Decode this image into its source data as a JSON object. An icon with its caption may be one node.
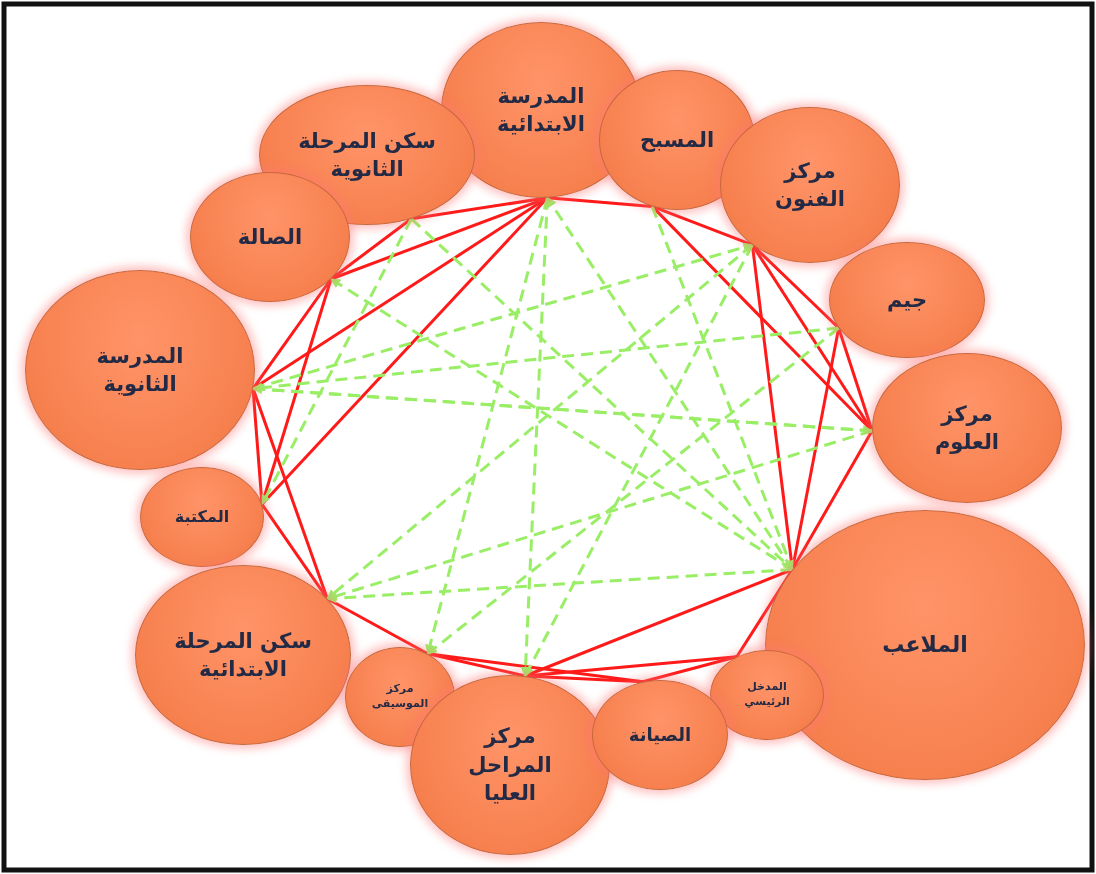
{
  "diagram": {
    "nodes": [
      {
        "text": [
          "المدرسة الابتدائية"
        ]
      },
      {
        "text": [
          "سكن المرحلة الثانوية"
        ]
      },
      {
        "text": [
          "المسبح"
        ]
      },
      {
        "text": [
          "مركز الفنون"
        ]
      },
      {
        "text": [
          "الصالة"
        ]
      },
      {
        "text": [
          "جيم"
        ]
      },
      {
        "text": [
          "المدرسة الثانوية"
        ]
      },
      {
        "text": [
          "مركز العلوم"
        ]
      },
      {
        "text": [
          "المكتبة"
        ]
      },
      {
        "text": [
          "الملاعب"
        ]
      },
      {
        "text": [
          "سكن المرحلة الابتدائية"
        ]
      },
      {
        "text": [
          "مركز الموسيقى"
        ]
      },
      {
        "text": [
          "المدخل الرئيسي"
        ]
      },
      {
        "text": [
          "مركز المراحل العليا"
        ]
      },
      {
        "text": [
          "الصيانة"
        ]
      }
    ],
    "edges": [
      {
        "from": 6,
        "to": 4,
        "arrow": "none"
      },
      {
        "from": 4,
        "to": 1,
        "arrow": "none"
      },
      {
        "from": 1,
        "to": 0,
        "arrow": "none"
      },
      {
        "from": 0,
        "to": 2,
        "arrow": "none"
      },
      {
        "from": 2,
        "to": 3,
        "arrow": "none"
      },
      {
        "from": 3,
        "to": 5,
        "arrow": "none"
      },
      {
        "from": 5,
        "to": 7,
        "arrow": "none"
      },
      {
        "from": 7,
        "to": 9,
        "arrow": "none"
      },
      {
        "from": 9,
        "to": 12,
        "arrow": "none"
      },
      {
        "from": 12,
        "to": 14,
        "arrow": "none"
      },
      {
        "from": 14,
        "to": 13,
        "arrow": "none"
      },
      {
        "from": 13,
        "to": 11,
        "arrow": "none"
      },
      {
        "from": 11,
        "to": 10,
        "arrow": "none"
      },
      {
        "from": 10,
        "to": 8,
        "arrow": "none"
      },
      {
        "from": 8,
        "to": 6,
        "arrow": "none"
      },
      {
        "from": 6,
        "to": 0,
        "arrow": "none"
      },
      {
        "from": 4,
        "to": 0,
        "arrow": "none"
      },
      {
        "from": 8,
        "to": 0,
        "arrow": "none"
      },
      {
        "from": 8,
        "to": 4,
        "arrow": "none"
      },
      {
        "from": 6,
        "to": 10,
        "arrow": "none"
      },
      {
        "from": 2,
        "to": 7,
        "arrow": "none"
      },
      {
        "from": 3,
        "to": 7,
        "arrow": "none"
      },
      {
        "from": 3,
        "to": 9,
        "arrow": "none"
      },
      {
        "from": 5,
        "to": 9,
        "arrow": "none"
      },
      {
        "from": 13,
        "to": 9,
        "arrow": "none"
      },
      {
        "from": 13,
        "to": 12,
        "arrow": "none"
      },
      {
        "from": 11,
        "to": 14,
        "arrow": "none"
      },
      {
        "from": 5,
        "to": 6,
        "arrow": "to",
        "style": "dashed",
        "color": "#99ee66"
      },
      {
        "from": 7,
        "to": 6,
        "arrow": "to",
        "style": "dashed",
        "color": "#99ee66"
      },
      {
        "from": 1,
        "to": 9,
        "arrow": "to",
        "style": "dashed",
        "color": "#99ee66"
      },
      {
        "from": 1,
        "to": 8,
        "arrow": "to",
        "style": "dashed",
        "color": "#99ee66"
      },
      {
        "from": 0,
        "to": 11,
        "arrow": "to",
        "style": "dashed",
        "color": "#99ee66"
      },
      {
        "from": 0,
        "to": 13,
        "arrow": "to",
        "style": "dashed",
        "color": "#99ee66"
      },
      {
        "from": 2,
        "to": 9,
        "arrow": "to",
        "style": "dashed",
        "color": "#99ee66"
      },
      {
        "from": 3,
        "to": 10,
        "arrow": "to",
        "style": "dashed",
        "color": "#99ee66"
      },
      {
        "from": 3,
        "to": 13,
        "arrow": "to",
        "style": "dashed",
        "color": "#99ee66"
      },
      {
        "from": 6,
        "to": 3,
        "arrow": "to",
        "style": "dashed",
        "color": "#99ee66"
      },
      {
        "from": 6,
        "to": 7,
        "arrow": "to",
        "style": "dashed",
        "color": "#99ee66"
      },
      {
        "from": 7,
        "to": 10,
        "arrow": "to",
        "style": "dashed",
        "color": "#99ee66"
      },
      {
        "from": 9,
        "to": 10,
        "arrow": "to",
        "style": "dashed",
        "color": "#99ee66"
      },
      {
        "from": 9,
        "to": 4,
        "arrow": "to",
        "style": "dashed",
        "color": "#99ee66"
      },
      {
        "from": 5,
        "to": 11,
        "arrow": "to",
        "style": "dashed",
        "color": "#99ee66"
      },
      {
        "from": 9,
        "to": 0,
        "arrow": "to",
        "style": "dashed",
        "color": "#99ee66"
      }
    ]
  }
}
